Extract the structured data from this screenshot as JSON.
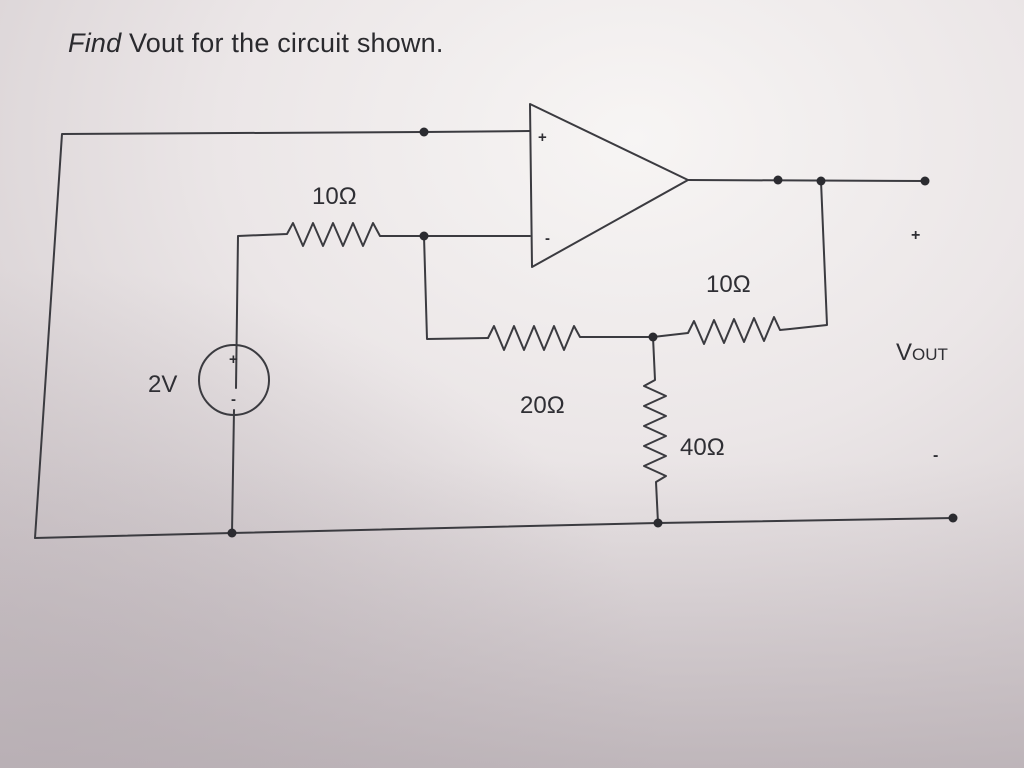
{
  "question": {
    "prefix": "Find",
    "rest": "Vout for the circuit shown."
  },
  "source": {
    "value": "2V",
    "plus": "+",
    "minus": "-"
  },
  "opamp": {
    "plus": "+",
    "minus": "-"
  },
  "resistors": {
    "r_input": "10Ω",
    "r_middle": "20Ω",
    "r_feedback": "10Ω",
    "r_shunt": "40Ω"
  },
  "output": {
    "label_main": "V",
    "label_sub": "OUT",
    "plus": "+",
    "minus": "-"
  }
}
